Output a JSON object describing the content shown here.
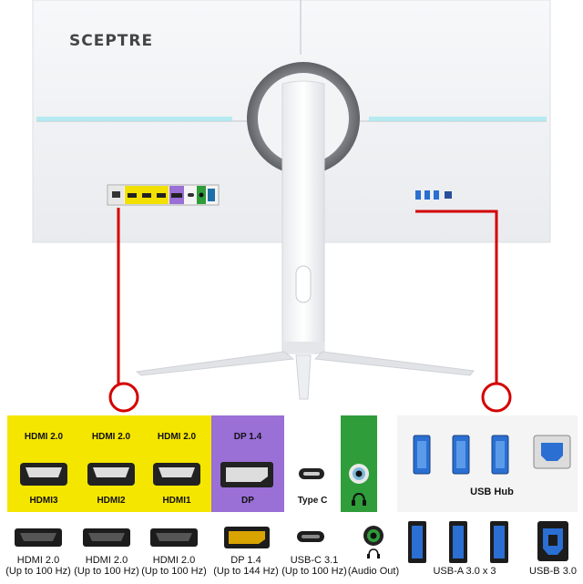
{
  "brand": "SCEPTRE",
  "colors": {
    "hdmi_panel": "#f5e600",
    "dp_panel": "#9a6fd6",
    "audio_panel": "#2f9d3a",
    "callout": "#d40000",
    "usb_blue": "#2a6fd1",
    "monitor_body": "#f2f3f5"
  },
  "top_panel": {
    "hdmi3": {
      "version": "HDMI 2.0",
      "name": "HDMI3"
    },
    "hdmi2": {
      "version": "HDMI 2.0",
      "name": "HDMI2"
    },
    "hdmi1": {
      "version": "HDMI 2.0",
      "name": "HDMI1"
    },
    "dp": {
      "version": "DP 1.4",
      "name": "DP"
    },
    "typec": {
      "name": "Type C"
    },
    "usb_hub": {
      "name": "USB Hub"
    }
  },
  "bottom": {
    "hdmi3": {
      "line1": "HDMI 2.0",
      "line2": "(Up to 100 Hz)"
    },
    "hdmi2": {
      "line1": "HDMI 2.0",
      "line2": "(Up to 100 Hz)"
    },
    "hdmi1": {
      "line1": "HDMI 2.0",
      "line2": "(Up to 100 Hz)"
    },
    "dp": {
      "line1": "DP 1.4",
      "line2": "(Up to 144 Hz)"
    },
    "usbc": {
      "line1": "USB-C 3.1",
      "line2": "(Up to 100 Hz)"
    },
    "audio": {
      "line2": "(Audio Out)"
    },
    "usba": {
      "line2": "USB-A 3.0 x 3"
    },
    "usbb": {
      "line2": "USB-B 3.0"
    }
  }
}
